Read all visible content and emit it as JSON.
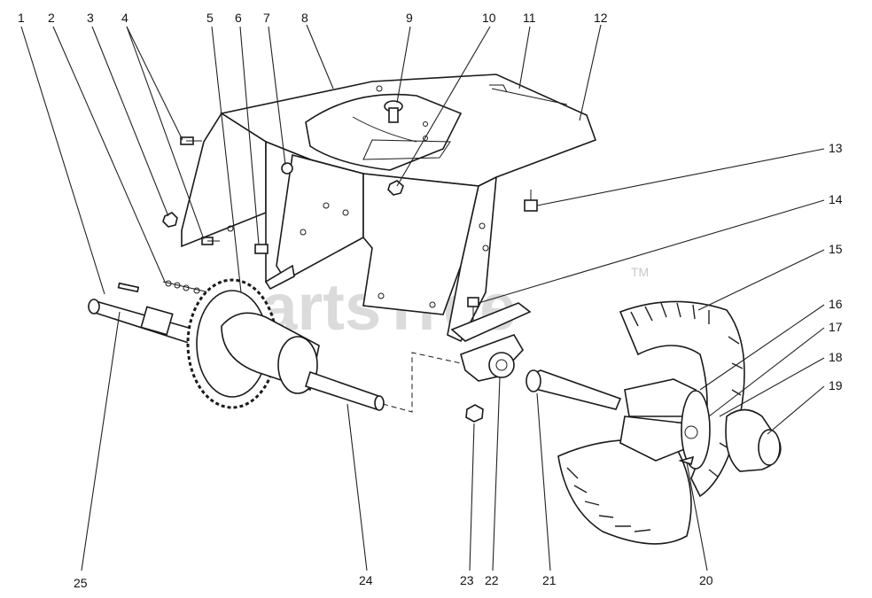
{
  "watermark": {
    "text": "PartsTree",
    "tm": "TM"
  },
  "callouts": [
    {
      "id": "c1",
      "label": "1"
    },
    {
      "id": "c2",
      "label": "2"
    },
    {
      "id": "c3",
      "label": "3"
    },
    {
      "id": "c4",
      "label": "4"
    },
    {
      "id": "c5",
      "label": "5"
    },
    {
      "id": "c6",
      "label": "6"
    },
    {
      "id": "c7",
      "label": "7"
    },
    {
      "id": "c8",
      "label": "8"
    },
    {
      "id": "c9",
      "label": "9"
    },
    {
      "id": "c10",
      "label": "10"
    },
    {
      "id": "c11",
      "label": "11"
    },
    {
      "id": "c12",
      "label": "12"
    },
    {
      "id": "c13",
      "label": "13"
    },
    {
      "id": "c14",
      "label": "14"
    },
    {
      "id": "c15",
      "label": "15"
    },
    {
      "id": "c16",
      "label": "16"
    },
    {
      "id": "c17",
      "label": "17"
    },
    {
      "id": "c18",
      "label": "18"
    },
    {
      "id": "c19",
      "label": "19"
    },
    {
      "id": "c20",
      "label": "20"
    },
    {
      "id": "c21",
      "label": "21"
    },
    {
      "id": "c22",
      "label": "22"
    },
    {
      "id": "c23",
      "label": "23"
    },
    {
      "id": "c24",
      "label": "24"
    },
    {
      "id": "c25",
      "label": "25"
    }
  ]
}
